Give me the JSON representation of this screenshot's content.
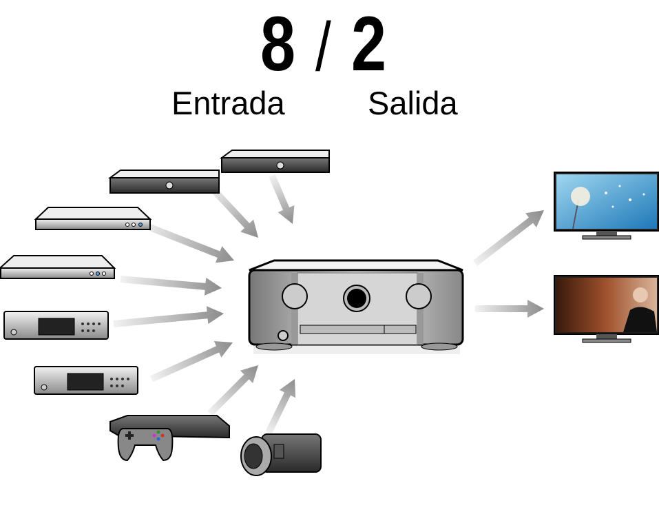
{
  "title": {
    "inputs": "8",
    "separator": "/",
    "outputs": "2"
  },
  "labels": {
    "input": "Entrada",
    "output": "Salida"
  },
  "devices": {
    "sources": [
      "set-top-box",
      "set-top-box",
      "blu-ray-player",
      "dvd-player",
      "cd-player",
      "cd-player",
      "game-console",
      "camcorder"
    ],
    "hub": "av-receiver",
    "outputs": [
      "tv-dandelion",
      "tv-violinist"
    ]
  }
}
